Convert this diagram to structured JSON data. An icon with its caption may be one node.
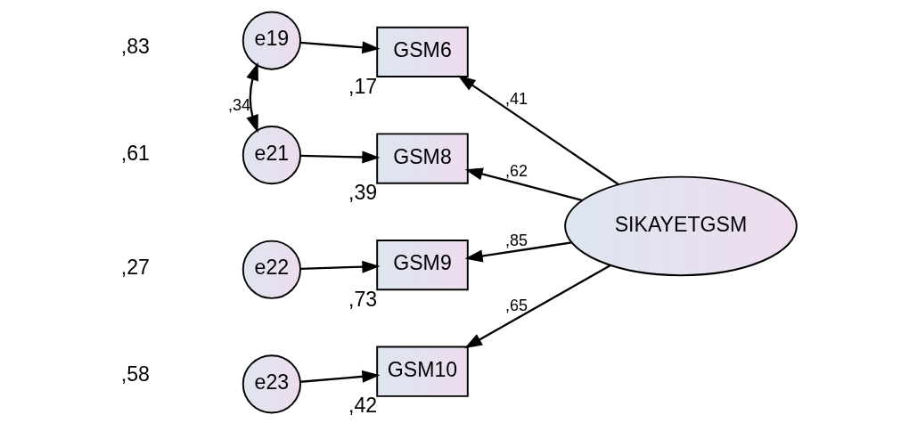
{
  "diagram": {
    "nodes": [
      {
        "text": [
          "e19"
        ]
      },
      {
        "text": [
          "e21"
        ]
      },
      {
        "text": [
          "e22"
        ]
      },
      {
        "text": [
          "e23"
        ]
      },
      {
        "text": [
          "GSM6"
        ],
        "beside": [
          ",17"
        ]
      },
      {
        "text": [
          "GSM8"
        ],
        "beside": [
          ",39"
        ]
      },
      {
        "text": [
          "GSM9"
        ],
        "beside": [
          ",73"
        ]
      },
      {
        "text": [
          "GSM10"
        ],
        "beside": [
          ",42"
        ]
      },
      {
        "text": [
          "SIKAYETGSM"
        ]
      }
    ],
    "edges": [
      {
        "from": 0,
        "to": 4,
        "arrow": "to"
      },
      {
        "from": 1,
        "to": 5,
        "arrow": "to"
      },
      {
        "from": 2,
        "to": 6,
        "arrow": "to"
      },
      {
        "from": 3,
        "to": 7,
        "arrow": "to"
      },
      {
        "from": 8,
        "to": 4,
        "arrow": "to",
        "label": ",41"
      },
      {
        "from": 8,
        "to": 5,
        "arrow": "to",
        "label": ",62"
      },
      {
        "from": 8,
        "to": 6,
        "arrow": "to",
        "label": ",85"
      },
      {
        "from": 8,
        "to": 7,
        "arrow": "to",
        "label": ",65"
      },
      {
        "from": 0,
        "to": 1,
        "arrow": "both",
        "label": ",34"
      }
    ],
    "labels": [
      ",83",
      ",61",
      ",27",
      ",58"
    ]
  }
}
